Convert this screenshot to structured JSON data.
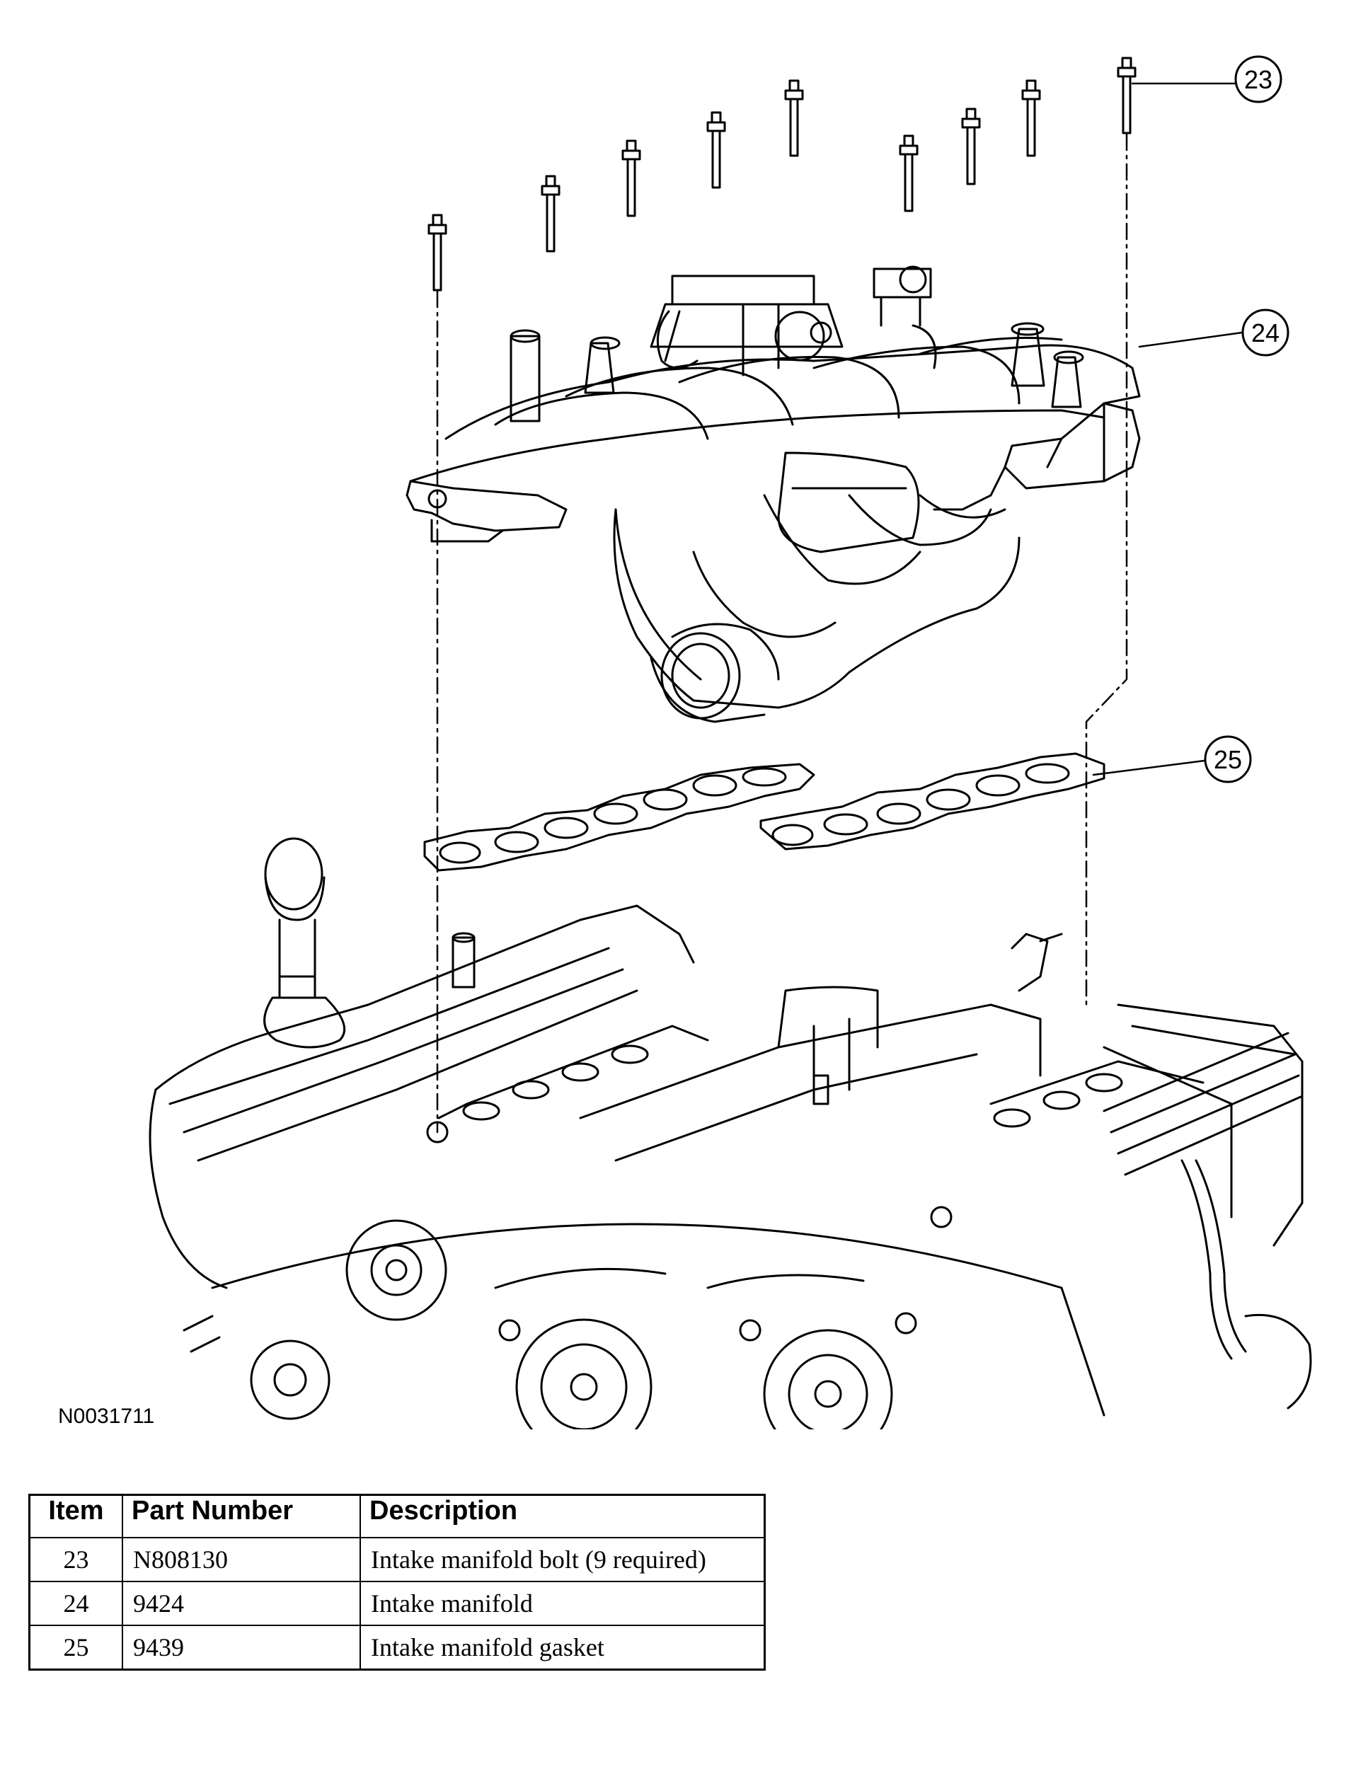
{
  "figure_id": "N0031711",
  "callouts": [
    {
      "label": "23",
      "part": "bolt"
    },
    {
      "label": "24",
      "part": "manifold"
    },
    {
      "label": "25",
      "part": "gasket"
    }
  ],
  "table": {
    "headers": [
      "Item",
      "Part Number",
      "Description"
    ],
    "rows": [
      {
        "item": "23",
        "part_number": "N808130",
        "description": "Intake manifold bolt (9 required)"
      },
      {
        "item": "24",
        "part_number": "9424",
        "description": "Intake manifold"
      },
      {
        "item": "25",
        "part_number": "9439",
        "description": "Intake manifold gasket"
      }
    ]
  }
}
